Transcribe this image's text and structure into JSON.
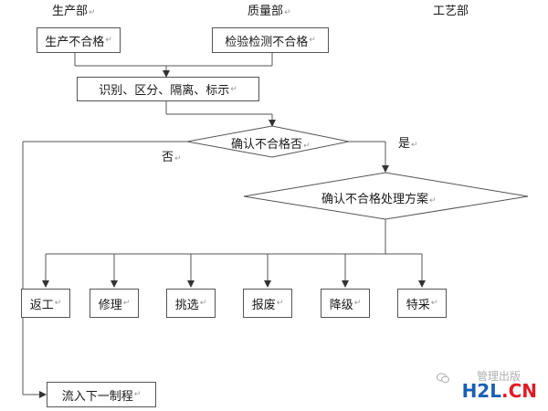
{
  "headers": {
    "production": "生产部",
    "quality": "质量部",
    "process": "工艺部"
  },
  "nodes": {
    "production_nonconforming": "生产不合格",
    "inspection_nonconforming": "检验检测不合格",
    "identify": "识别、区分、隔离、标示",
    "confirm_decision": "确认不合格否",
    "confirm_plan": "确认不合格处理方案",
    "rework": "返工",
    "repair": "修理",
    "sort": "挑选",
    "scrap": "报废",
    "downgrade": "降级",
    "concession": "特采",
    "next_process": "流入下一制程"
  },
  "edge_labels": {
    "no": "否",
    "yes": "是"
  },
  "watermark": {
    "text_h2l": "H2L",
    "dot": ".",
    "text_cn": "CN",
    "faint": "管理出版"
  },
  "paragraph_mark": "↵",
  "colors": {
    "line": "#555555",
    "brand_blue": "#1a5fb4",
    "brand_red": "#e01b24"
  }
}
